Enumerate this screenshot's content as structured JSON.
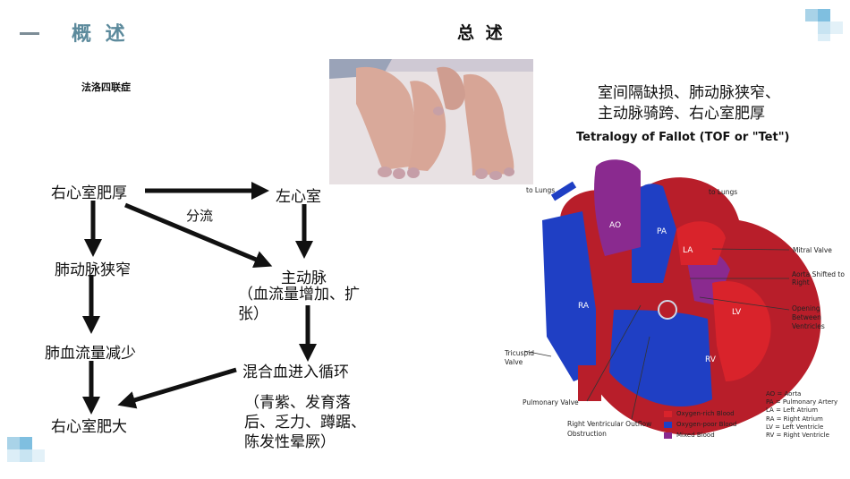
{
  "header": {
    "section_number": "一",
    "section_title": "概 述",
    "main_title": "总 述"
  },
  "flowchart": {
    "label": "法洛四联症",
    "nodes": {
      "rvh": "右心室肥厚",
      "lv": "左心室",
      "shunt": "分流",
      "ps": "肺动脉狭窄",
      "aorta": "主动脉",
      "aorta_note": "（血流量增加、扩张）",
      "reduced_flow": "肺血流量减少",
      "mixing": "混合血进入循环",
      "symptoms": "（青紫、发育落后、乏力、蹲踞、陈发性晕厥）",
      "rv_enlarge": "右心室肥大"
    }
  },
  "description": "室间隔缺损、肺动脉狭窄、主动脉骑跨、右心室肥厚",
  "heart_diagram": {
    "title": "Tetralogy of Fallot (TOF or \"Tet\")",
    "labels": {
      "to_lungs_left": "to Lungs",
      "to_lungs_right": "to Lungs",
      "ao": "AO",
      "pa": "PA",
      "la": "LA",
      "ra": "RA",
      "lv": "LV",
      "rv": "RV",
      "mitral_valve": "Mitral Valve",
      "aorta_shifted": "Aorta Shifted to Right",
      "opening": "Opening Between Ventricles",
      "tricuspid": "Tricuspid Valve",
      "pulmonary_valve": "Pulmonary Valve",
      "rvoto": "Right Ventricular Outflow Obstruction"
    },
    "legend": [
      {
        "label": "Oxygen-rich Blood",
        "color": "#d9232b"
      },
      {
        "label": "Oxygen-poor Blood",
        "color": "#1f3fc4"
      },
      {
        "label": "Mixed Blood",
        "color": "#8a2a8f"
      }
    ],
    "abbreviations": [
      "AO = Aorta",
      "PA = Pulmonary Artery",
      "LA = Left Atrium",
      "RA = Right Atrium",
      "LV = Left Ventricle",
      "RV = Right Ventricle"
    ]
  }
}
